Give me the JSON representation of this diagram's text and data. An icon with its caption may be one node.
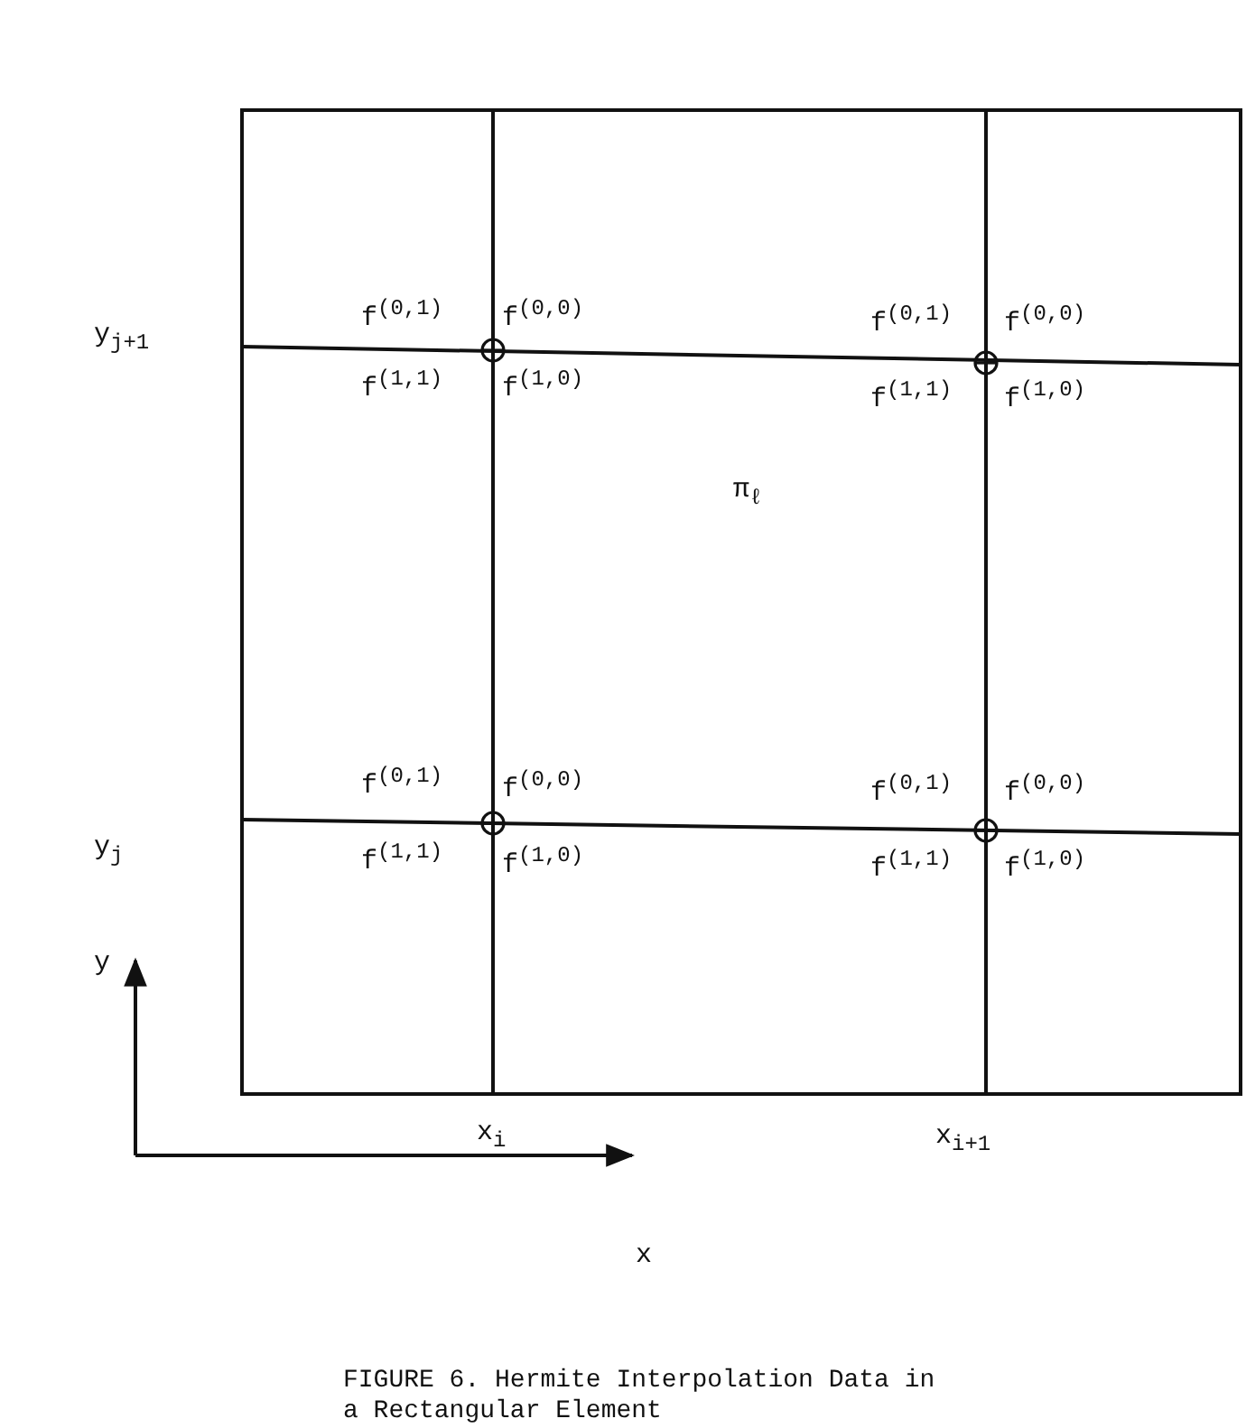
{
  "diagram": {
    "caption": "FIGURE 6. Hermite Interpolation Data in a Rectangular Element",
    "labels": [
      "f$^{(0,1)}$",
      "f$^{(0,0)}$",
      "f$^{(0,1)}$",
      "f$^{(0,0)}$",
      "y$_{j+1}$",
      "f$^{(1,1)}$",
      "f$^{(1,0)}$",
      "f$^{(1,1)}$",
      "f$^{(1,0)}$",
      "π$_{ℓ}$",
      "f$^{(0,1)}$",
      "f$^{(0,0)}$",
      "f$^{(0,1)}$",
      "f$^{(0,0)}$",
      "y$_{j}$",
      "f$^{(1,1)}$",
      "f$^{(1,0)}$",
      "f$^{(1,1)}$",
      "f$^{(1,0)}$",
      "y",
      "x$_{i}$",
      "x$_{i+1}$",
      "x"
    ]
  }
}
